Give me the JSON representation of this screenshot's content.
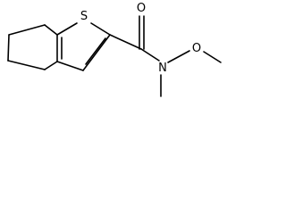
{
  "molecule": {
    "atoms": {
      "sulfur": "S",
      "oxygen_carbonyl": "O",
      "nitrogen": "N",
      "oxygen_methoxy": "O"
    }
  },
  "colors": {
    "bond": "#000000",
    "label": "#000000",
    "background": "#ffffff"
  }
}
